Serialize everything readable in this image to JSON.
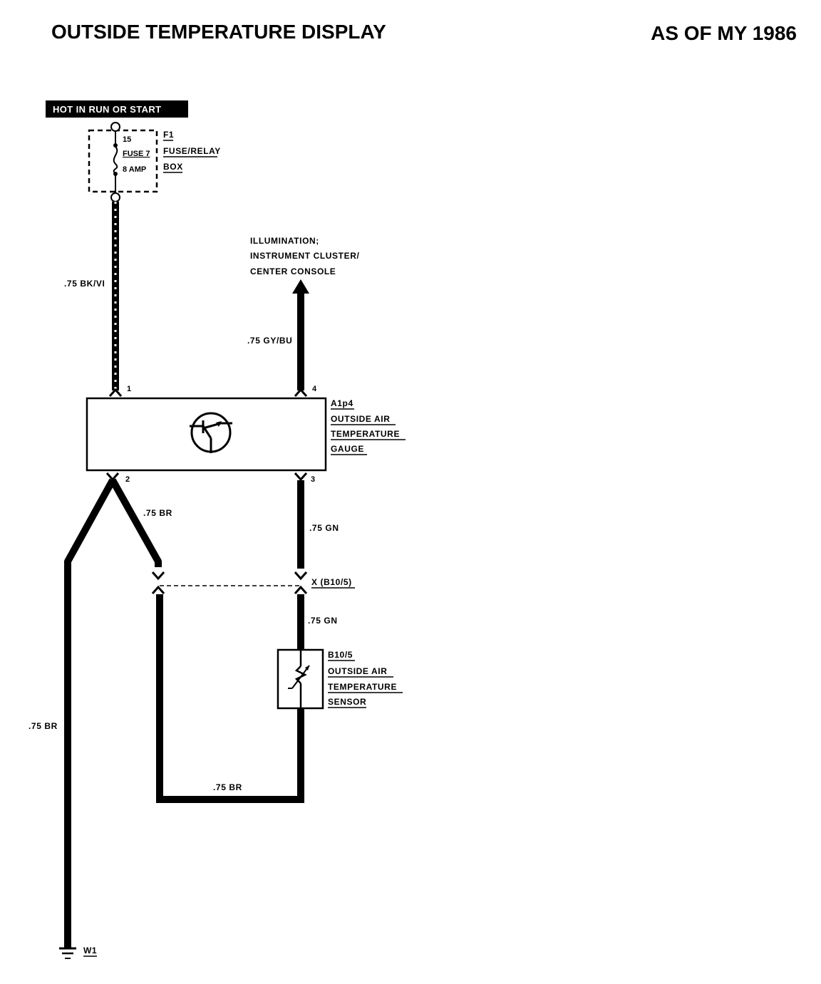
{
  "header": {
    "title": "OUTSIDE TEMPERATURE DISPLAY",
    "model_year": "AS OF MY 1986"
  },
  "power": {
    "label": "HOT IN RUN OR START",
    "terminal": "15",
    "fuse": "FUSE 7",
    "amperage": "8 AMP",
    "component_id": "F1",
    "component_line1": "FUSE/RELAY",
    "component_line2": "BOX"
  },
  "wires": {
    "feed": ".75 BK/VI",
    "illumination": ".75 GY/BU",
    "ground_pin2": ".75 BR",
    "signal_upper": ".75 GN",
    "signal_lower": ".75 GN",
    "ground_main": ".75 BR",
    "sensor_return": ".75 BR"
  },
  "illumination": {
    "line1": "ILLUMINATION;",
    "line2": "INSTRUMENT CLUSTER/",
    "line3": "CENTER CONSOLE"
  },
  "gauge": {
    "id": "A1p4",
    "line1": "OUTSIDE AIR",
    "line2": "TEMPERATURE",
    "line3": "GAUGE",
    "pins": [
      "1",
      "4",
      "2",
      "3"
    ]
  },
  "connector": {
    "label": "X (B10/5)"
  },
  "sensor": {
    "id": "B10/5",
    "line1": "OUTSIDE AIR",
    "line2": "TEMPERATURE",
    "line3": "SENSOR"
  },
  "ground": {
    "label": "W1"
  },
  "colors": {
    "ink": "#000000",
    "paper": "#ffffff"
  }
}
